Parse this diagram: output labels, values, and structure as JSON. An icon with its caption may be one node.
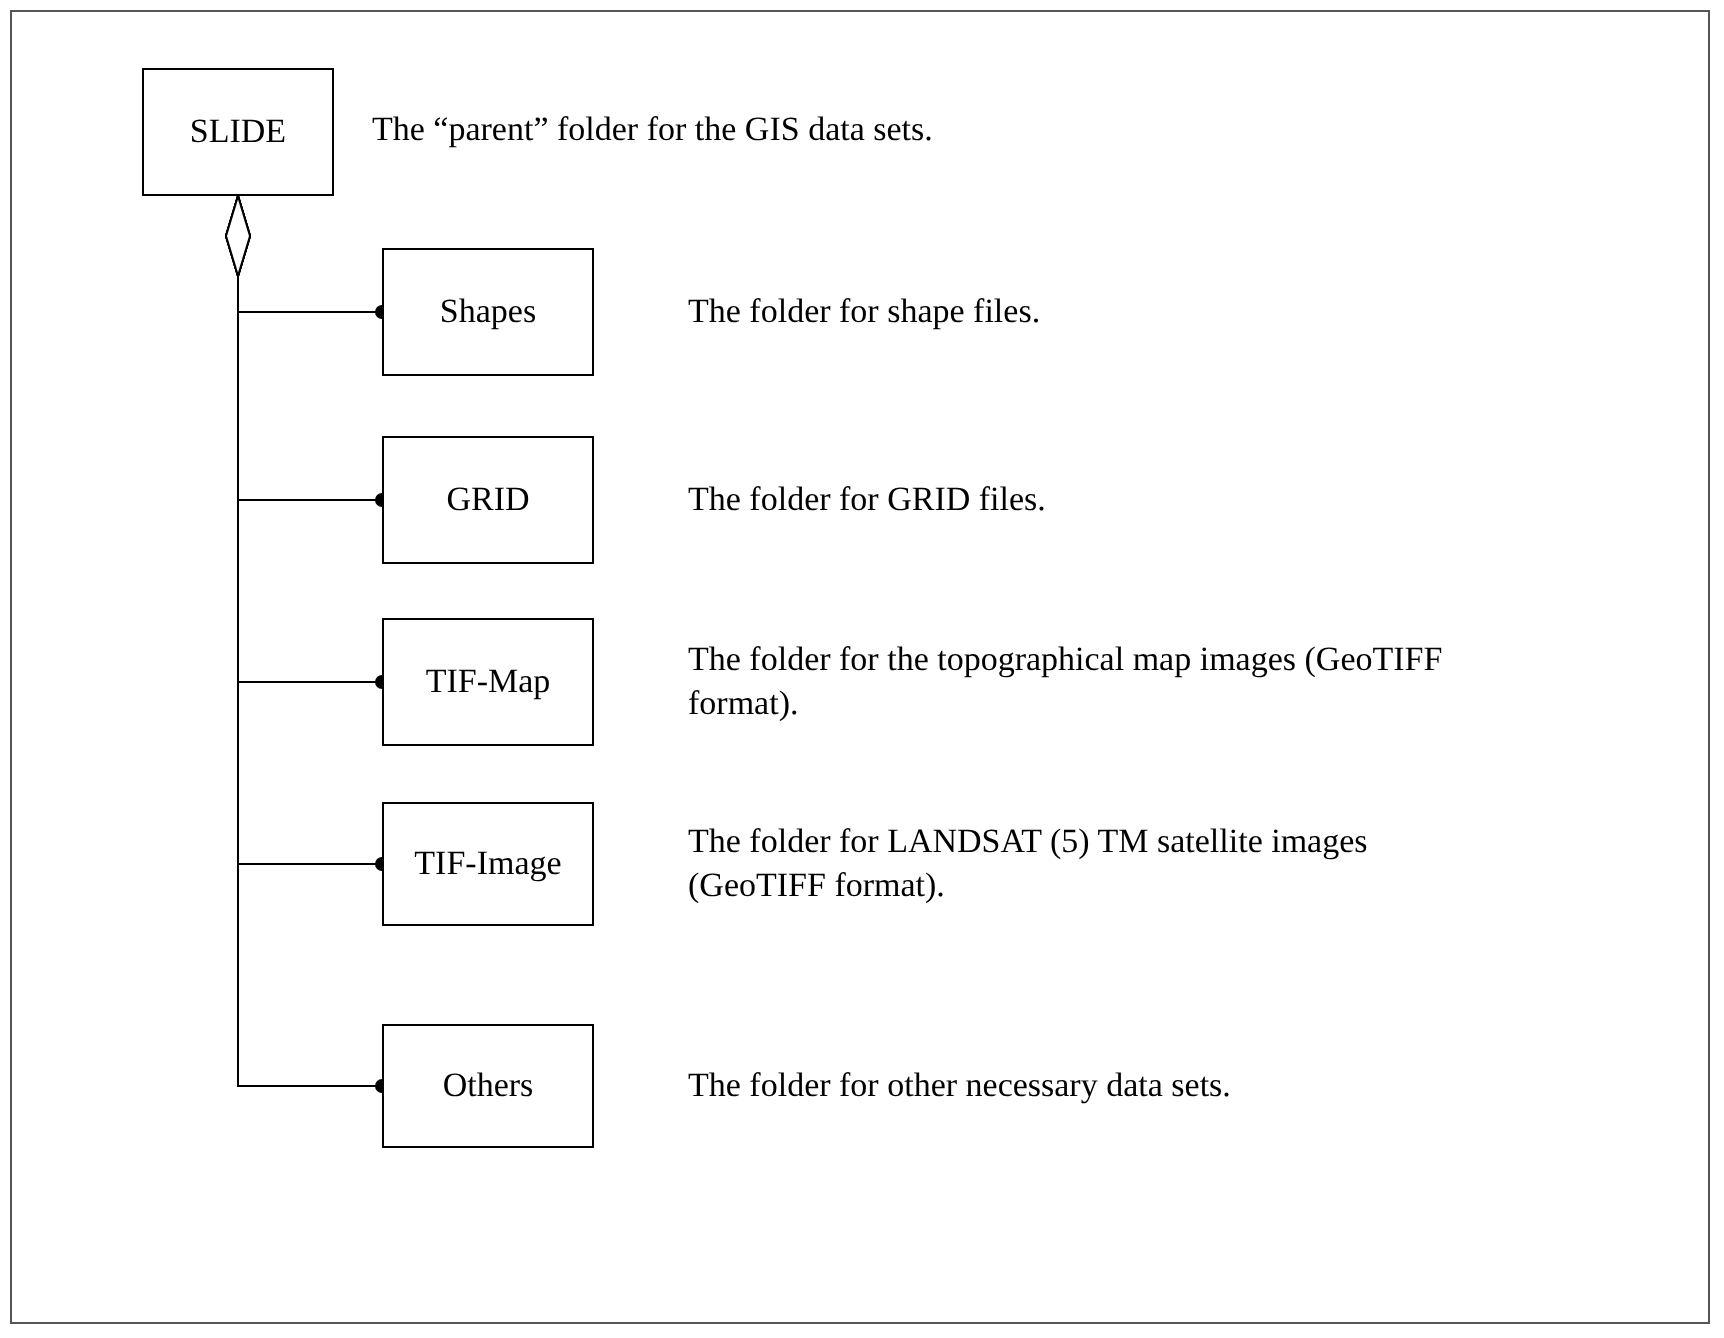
{
  "diagram": {
    "nodes": [
      {
        "text": [
          "SLIDE"
        ],
        "beside": [
          "The “parent” folder for the GIS data sets."
        ]
      },
      {
        "text": [
          "Shapes"
        ],
        "beside": [
          "The folder for shape files."
        ]
      },
      {
        "text": [
          "GRID"
        ],
        "beside": [
          "The folder for GRID files."
        ]
      },
      {
        "text": [
          "TIF-Map"
        ],
        "beside": [
          "The folder for the topographical map images (GeoTIFF format)."
        ]
      },
      {
        "text": [
          "TIF-Image"
        ],
        "beside": [
          "The folder for LANDSAT (5) TM satellite images (GeoTIFF format)."
        ]
      },
      {
        "text": [
          "Others"
        ],
        "beside": [
          "The folder for other necessary data sets."
        ]
      }
    ],
    "edges": [
      {
        "from": 0,
        "to": 1,
        "arrow": "other"
      },
      {
        "from": 0,
        "to": 2,
        "arrow": "other"
      },
      {
        "from": 0,
        "to": 3,
        "arrow": "other"
      },
      {
        "from": 0,
        "to": 4,
        "arrow": "other"
      },
      {
        "from": 0,
        "to": 5,
        "arrow": "other"
      }
    ]
  }
}
